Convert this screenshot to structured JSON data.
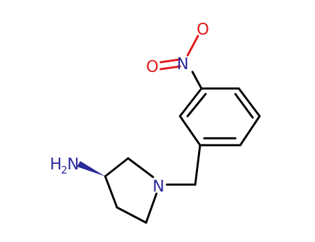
{
  "colors": {
    "carbon_bond": "#000000",
    "nitrogen": "#2b2b9b",
    "oxygen": "#e01a1a",
    "background": "#ffffff"
  },
  "atoms": {
    "amine_n": "N",
    "amine_h": "H",
    "amine_h_count": "2",
    "ring_n": "N",
    "nitro_n": "N",
    "nitro_o_top": "O",
    "nitro_o_left": "O"
  }
}
